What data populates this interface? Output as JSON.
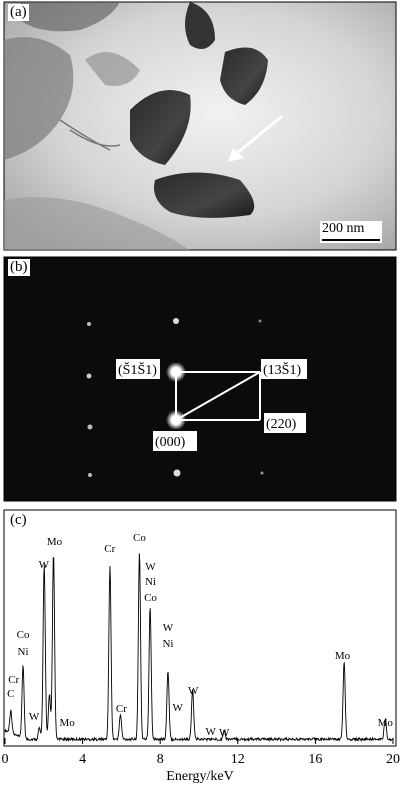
{
  "panel_a": {
    "label": "(a)",
    "scale_bar": "200 nm"
  },
  "panel_b": {
    "label": "(b)",
    "indices": {
      "origin": "(000)",
      "spot_left": "(Š1Š1)",
      "spot_right": "(13Š1)",
      "spot_bottom_right": "(220)"
    }
  },
  "panel_c": {
    "label": "(c)"
  },
  "chart_data": {
    "type": "line",
    "xlabel": "Energy/keV",
    "ylabel": "",
    "xlim": [
      0,
      20
    ],
    "x_ticks": [
      0,
      4,
      8,
      12,
      16,
      20
    ],
    "grid": false,
    "peaks": [
      {
        "x": 0.3,
        "height": 0.1
      },
      {
        "x": 0.93,
        "height": 0.32
      },
      {
        "x": 1.77,
        "height": 0.05
      },
      {
        "x": 2.02,
        "height": 0.78
      },
      {
        "x": 2.29,
        "height": 0.2
      },
      {
        "x": 2.5,
        "height": 0.82
      },
      {
        "x": 5.41,
        "height": 0.77
      },
      {
        "x": 5.95,
        "height": 0.11
      },
      {
        "x": 6.93,
        "height": 0.83
      },
      {
        "x": 7.48,
        "height": 0.59
      },
      {
        "x": 8.4,
        "height": 0.3
      },
      {
        "x": 9.67,
        "height": 0.22
      },
      {
        "x": 11.3,
        "height": 0.04
      },
      {
        "x": 17.48,
        "height": 0.34
      },
      {
        "x": 19.6,
        "height": 0.09
      }
    ],
    "peak_labels": [
      {
        "text": "Co",
        "x": 0.93,
        "level": 0
      },
      {
        "text": "Ni",
        "x": 0.93,
        "level": 1
      },
      {
        "text": "Cr",
        "x": 0.45,
        "level": 2
      },
      {
        "text": "C",
        "x": 0.3,
        "level": 3
      },
      {
        "text": "W",
        "x": 1.5,
        "level": 4
      },
      {
        "text": "W",
        "x": 2.0,
        "level": 5
      },
      {
        "text": "Mo",
        "x": 2.55,
        "level": 6
      },
      {
        "text": "Mo",
        "x": 3.2,
        "level": 7
      },
      {
        "text": "Cr",
        "x": 5.4,
        "level": 8
      },
      {
        "text": "Cr",
        "x": 6.0,
        "level": 9
      },
      {
        "text": "Co",
        "x": 6.93,
        "level": 10
      },
      {
        "text": "Ni",
        "x": 7.5,
        "level": 11
      },
      {
        "text": "W",
        "x": 7.5,
        "level": 12
      },
      {
        "text": "Co",
        "x": 7.5,
        "level": 13
      },
      {
        "text": "W",
        "x": 8.4,
        "level": 14
      },
      {
        "text": "Ni",
        "x": 8.4,
        "level": 15
      },
      {
        "text": "W",
        "x": 8.9,
        "level": 16
      },
      {
        "text": "W",
        "x": 9.7,
        "level": 17
      },
      {
        "text": "W",
        "x": 10.6,
        "level": 18
      },
      {
        "text": "W",
        "x": 11.3,
        "level": 19
      },
      {
        "text": "Mo",
        "x": 17.4,
        "level": 20
      },
      {
        "text": "Mo",
        "x": 19.6,
        "level": 21
      }
    ]
  }
}
